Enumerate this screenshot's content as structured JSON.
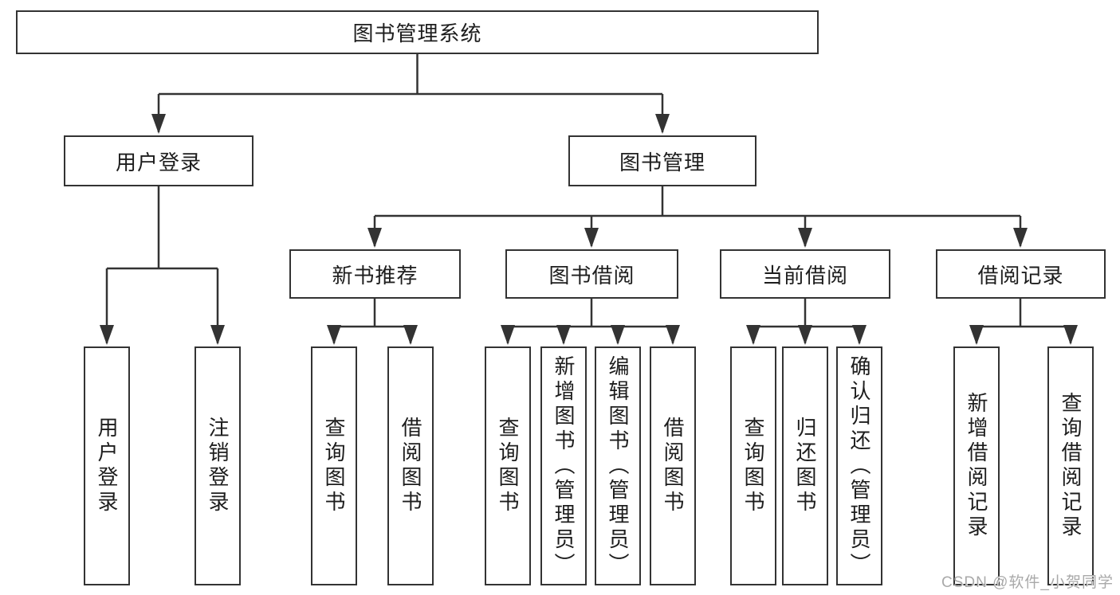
{
  "tree": {
    "label": "图书管理系统",
    "children": [
      {
        "label": "用户登录",
        "children": [
          {
            "label": "用户登录"
          },
          {
            "label": "注销登录"
          }
        ]
      },
      {
        "label": "图书管理",
        "children": [
          {
            "label": "新书推荐",
            "children": [
              {
                "label": "查询图书"
              },
              {
                "label": "借阅图书"
              }
            ]
          },
          {
            "label": "图书借阅",
            "children": [
              {
                "label": "查询图书"
              },
              {
                "label": "新增图书（管理员）"
              },
              {
                "label": "编辑图书（管理员）"
              },
              {
                "label": "借阅图书"
              }
            ]
          },
          {
            "label": "当前借阅",
            "children": [
              {
                "label": "查询图书"
              },
              {
                "label": "归还图书"
              },
              {
                "label": "确认归还（管理员）"
              }
            ]
          },
          {
            "label": "借阅记录",
            "children": [
              {
                "label": "新增借阅记录"
              },
              {
                "label": "查询借阅记录"
              }
            ]
          }
        ]
      }
    ]
  },
  "watermark": {
    "text": "CSDN @软件_小贺同学"
  },
  "colors": {
    "line": "#333333",
    "box_border": "#333333",
    "text": "#1d1d1d",
    "watermark": "#a9a9a9",
    "background": "#ffffff"
  }
}
